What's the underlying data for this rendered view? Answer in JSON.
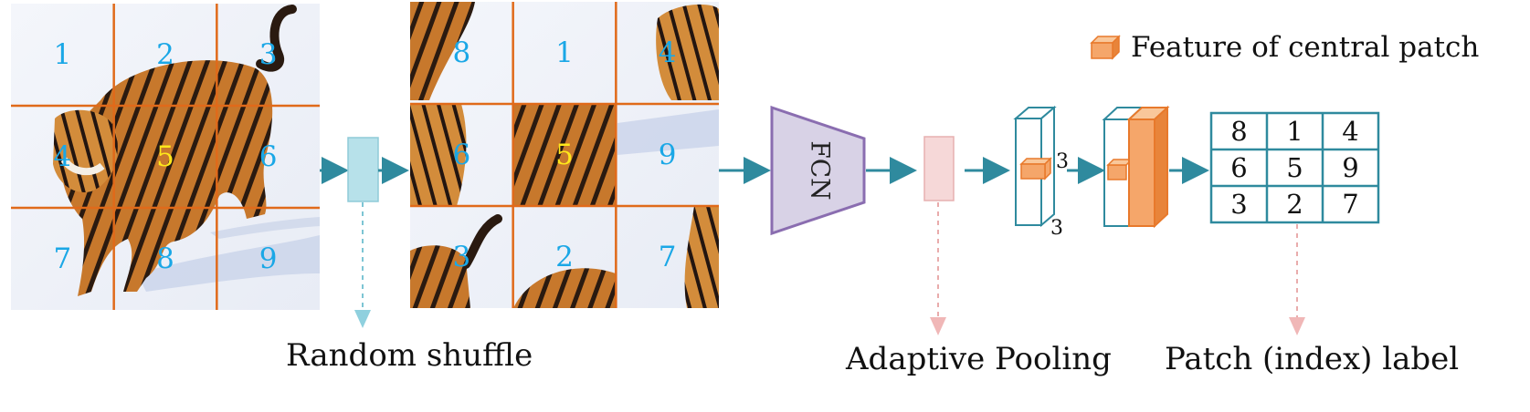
{
  "original_grid": {
    "labels": [
      "1",
      "2",
      "3",
      "4",
      "5",
      "6",
      "7",
      "8",
      "9"
    ],
    "highlight_index": 4
  },
  "shuffled_grid": {
    "labels": [
      "8",
      "1",
      "4",
      "6",
      "5",
      "9",
      "3",
      "2",
      "7"
    ],
    "highlight_index": 4
  },
  "fcn_label": "FCN",
  "captions": {
    "random_shuffle": "Random shuffle",
    "adaptive_pooling": "Adaptive Pooling",
    "patch_label": "Patch (index) label"
  },
  "legend": {
    "text": "Feature of central patch"
  },
  "feature_dims": {
    "side": "3",
    "bottom": "3"
  },
  "label_matrix": {
    "cells": [
      "8",
      "1",
      "4",
      "6",
      "5",
      "9",
      "3",
      "2",
      "7"
    ]
  },
  "colors": {
    "patch_number": "#1aa7e6",
    "highlight_number": "#ffe81a",
    "grid_line": "#e06a1a",
    "arrow": "#2f8a9e",
    "teal_outline": "#2f8a9e",
    "fcn_fill": "#d8d2e6",
    "fcn_stroke": "#8a6db0",
    "pool_fill": "#f6d8d8",
    "pool_stroke": "#e7b0b0",
    "orange_fill": "#f5a66a",
    "orange_stroke": "#e8792b"
  }
}
